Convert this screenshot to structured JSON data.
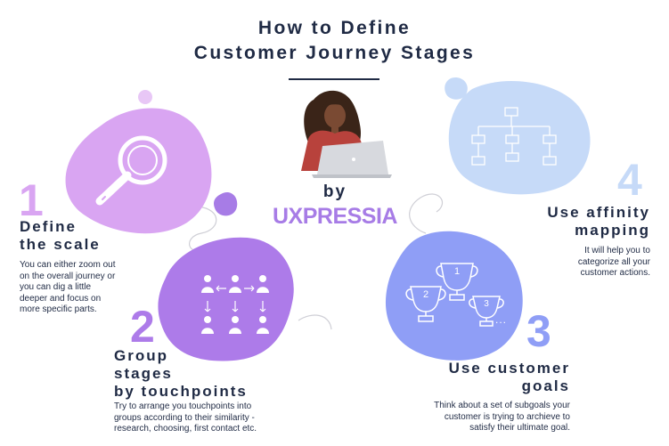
{
  "title": {
    "line1": "How to Define",
    "line2": "Customer Journey Stages"
  },
  "center": {
    "by": "by",
    "brand": "UXPRESSIA"
  },
  "steps": [
    {
      "number": "1",
      "heading_lines": [
        "Define",
        "the scale"
      ],
      "description_lines": [
        "You can either zoom out",
        "on the overall journey or",
        "you can dig a little",
        "deeper and focus on",
        "more specific parts."
      ]
    },
    {
      "number": "2",
      "heading_lines": [
        "Group",
        "stages",
        "by touchpoints"
      ],
      "description_lines": [
        "Try to arrange you touchpoints into",
        "groups according to their similarity -",
        "research, choosing, first contact etc."
      ]
    },
    {
      "number": "3",
      "heading_lines": [
        "Use customer",
        "goals"
      ],
      "description_lines": [
        "Think about a set of subgoals your",
        "customer is trying to archieve to",
        "satisfy their ultimate goal."
      ]
    },
    {
      "number": "4",
      "heading_lines": [
        "Use affinity",
        "mapping"
      ],
      "description_lines": [
        "It will help you to",
        "categorize all your",
        "customer actions."
      ]
    }
  ],
  "trophy_labels": [
    "1",
    "2",
    "3",
    "..."
  ],
  "colors": {
    "step1": "#d9a5f2",
    "step2": "#ad7be9",
    "step3": "#8f9ef6",
    "step4": "#c6daf8",
    "text": "#1f2a44"
  },
  "icons": [
    "magnifier-icon",
    "people-group-icon",
    "trophy-icon",
    "hierarchy-icon",
    "laptop-person-illustration"
  ]
}
